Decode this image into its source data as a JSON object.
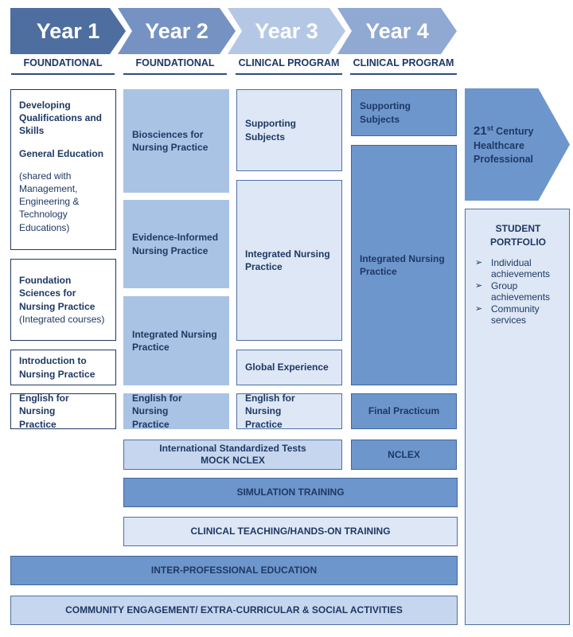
{
  "years": [
    {
      "label": "Year 1",
      "phase": "FOUNDATIONAL"
    },
    {
      "label": "Year 2",
      "phase": "FOUNDATIONAL"
    },
    {
      "label": "Year 3",
      "phase": "CLINICAL PROGRAM"
    },
    {
      "label": "Year 4",
      "phase": "CLINICAL PROGRAM"
    }
  ],
  "year1": {
    "dev_line1": "Developing",
    "dev_line2": "Qualifications and",
    "dev_line3": "Skills",
    "gen_ed": "General Education",
    "shared1": "(shared with",
    "shared2": "Management,",
    "shared3": "Engineering &",
    "shared4": "Technology",
    "shared5": "Educations)",
    "found1": "Foundation",
    "found2": "Sciences for",
    "found3": "Nursing Practice",
    "found4": "(Integrated courses)",
    "intro1": "Introduction to",
    "intro2": "Nursing Practice",
    "eng1": "English for Nursing",
    "eng2": "Practice"
  },
  "year2": {
    "bio1": "Biosciences for",
    "bio2": "Nursing Practice",
    "evid1": "Evidence-Informed",
    "evid2": "Nursing Practice",
    "int1": "Integrated Nursing",
    "int2": "Practice",
    "eng1": "English for Nursing",
    "eng2": "Practice"
  },
  "year3": {
    "sup1": "Supporting",
    "sup2": "Subjects",
    "int1": "Integrated Nursing",
    "int2": "Practice",
    "global": "Global Experience",
    "eng1": "English for Nursing",
    "eng2": "Practice"
  },
  "year4": {
    "sup1": "Supporting",
    "sup2": "Subjects",
    "int1": "Integrated Nursing",
    "int2": "Practice",
    "final": "Final Practicum",
    "nclex": "NCLEX"
  },
  "outcome": {
    "century_num": "21",
    "century_sup": "st",
    "century_word": " Century",
    "line2": "Healthcare",
    "line3": "Professional"
  },
  "portfolio": {
    "title1": "STUDENT",
    "title2": "PORTFOLIO",
    "items": [
      {
        "l1": "Individual",
        "l2": "achievements"
      },
      {
        "l1": "Group",
        "l2": "achievements"
      },
      {
        "l1": "Community",
        "l2": "services"
      }
    ]
  },
  "bands": {
    "tests1": "International Standardized Tests",
    "tests2": "MOCK NCLEX",
    "simulation": "SIMULATION TRAINING",
    "clinical": "CLINICAL TEACHING/HANDS-ON TRAINING",
    "interprof": "INTER-PROFESSIONAL EDUCATION",
    "community": "COMMUNITY ENGAGEMENT/ EXTRA-CURRICULAR & SOCIAL ACTIVITIES"
  }
}
